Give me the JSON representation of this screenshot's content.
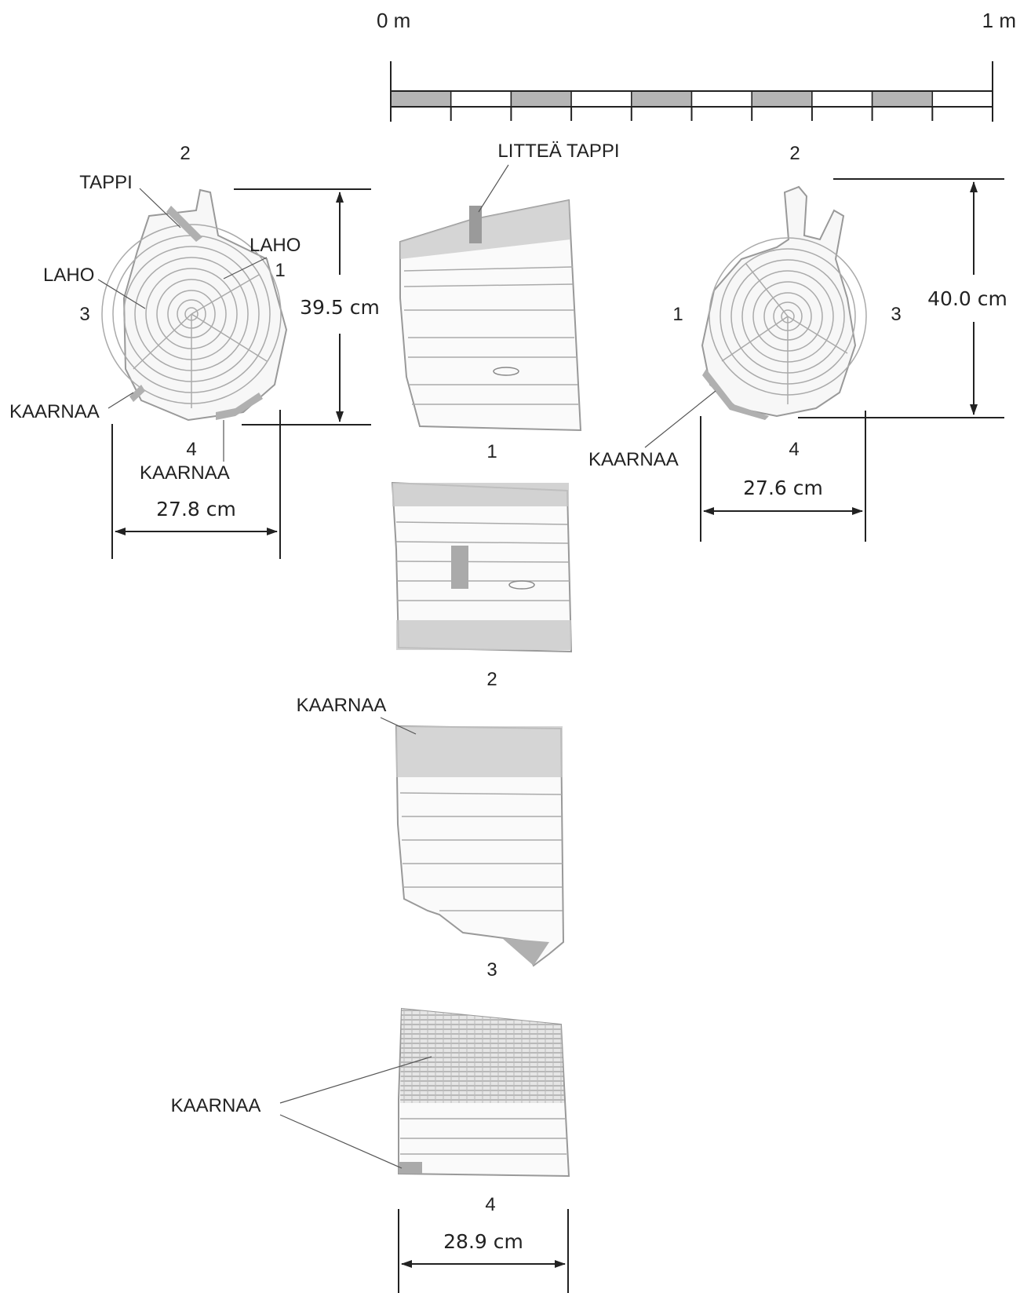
{
  "scale": {
    "start_label": "0 m",
    "end_label": "1 m",
    "segments": 10
  },
  "end_view_left": {
    "side_top": "2",
    "side_left": "3",
    "side_right": "1",
    "side_bottom": "4",
    "tappi": "TAPPI",
    "laho_a": "LAHO",
    "laho_b": "LAHO",
    "kaarnaa_a": "KAARNAA",
    "kaarnaa_b": "KAARNAA",
    "height_dim": "39.5 cm",
    "width_dim": "27.8 cm"
  },
  "end_view_right": {
    "side_top": "2",
    "side_left": "1",
    "side_right": "3",
    "side_bottom": "4",
    "kaarnaa": "KAARNAA",
    "height_dim": "40.0 cm",
    "width_dim": "27.6 cm"
  },
  "face_1": {
    "number": "1",
    "label": "LITTEÄ TAPPI"
  },
  "face_2": {
    "number": "2"
  },
  "face_3": {
    "number": "3",
    "label": "KAARNAA"
  },
  "face_4": {
    "number": "4",
    "label": "KAARNAA",
    "width_dim": "28.9 cm"
  }
}
